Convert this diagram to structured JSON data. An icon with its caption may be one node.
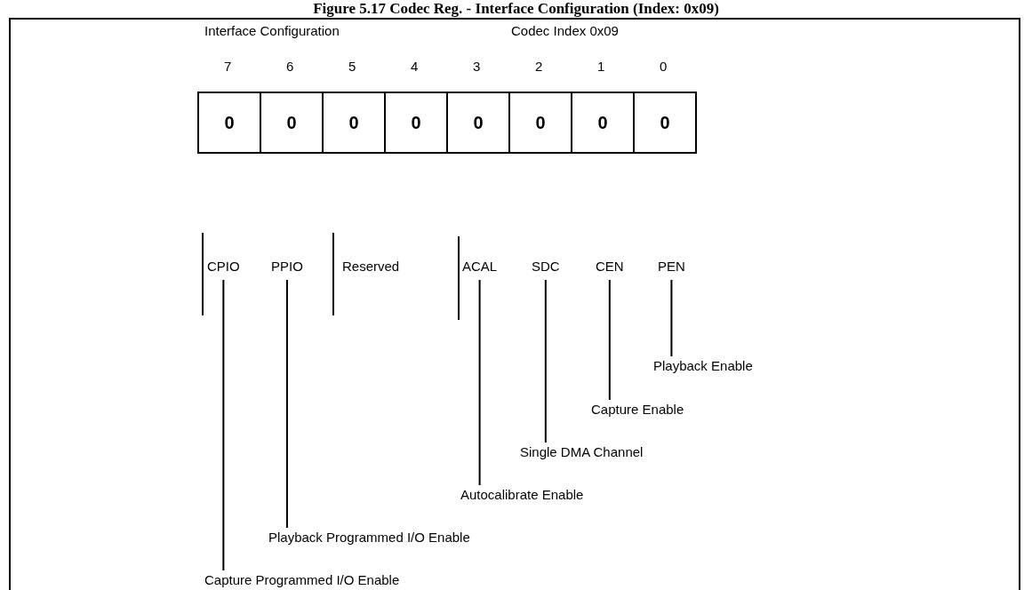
{
  "diagram": {
    "title": "Figure 5.17 Codec Reg. - Interface Configuration (Index: 0x09)",
    "nodes": [
      {
        "text": [
          "CPIO"
        ]
      },
      {
        "text": [
          "PPIO"
        ]
      },
      {
        "text": [
          "ACAL"
        ]
      },
      {
        "text": [
          "SDC"
        ]
      },
      {
        "text": [
          "CEN"
        ]
      },
      {
        "text": [
          "PEN"
        ]
      },
      {
        "text": [
          "Playback Enable"
        ]
      },
      {
        "text": [
          "Capture Enable"
        ]
      },
      {
        "text": [
          "Single DMA Channel"
        ]
      },
      {
        "text": [
          "Autocalibrate Enable"
        ]
      },
      {
        "text": [
          "Playback Programmed I/O Enable"
        ]
      },
      {
        "text": [
          "Capture Programmed I/O Enable"
        ]
      }
    ],
    "edges": [
      {
        "from": 0,
        "to": 11,
        "arrow": "none"
      },
      {
        "from": 1,
        "to": 10,
        "arrow": "none"
      },
      {
        "from": 2,
        "to": 9,
        "arrow": "none"
      },
      {
        "from": 3,
        "to": 8,
        "arrow": "none"
      },
      {
        "from": 4,
        "to": 7,
        "arrow": "none"
      },
      {
        "from": 5,
        "to": 6,
        "arrow": "none"
      }
    ],
    "labels": [
      "Interface Configuration",
      "Codec Index 0x09",
      "7",
      "6",
      "5",
      "4",
      "3",
      "2",
      "1",
      "0",
      "0",
      "0",
      "0",
      "0",
      "0",
      "0",
      "0",
      "0",
      "Reserved"
    ]
  }
}
